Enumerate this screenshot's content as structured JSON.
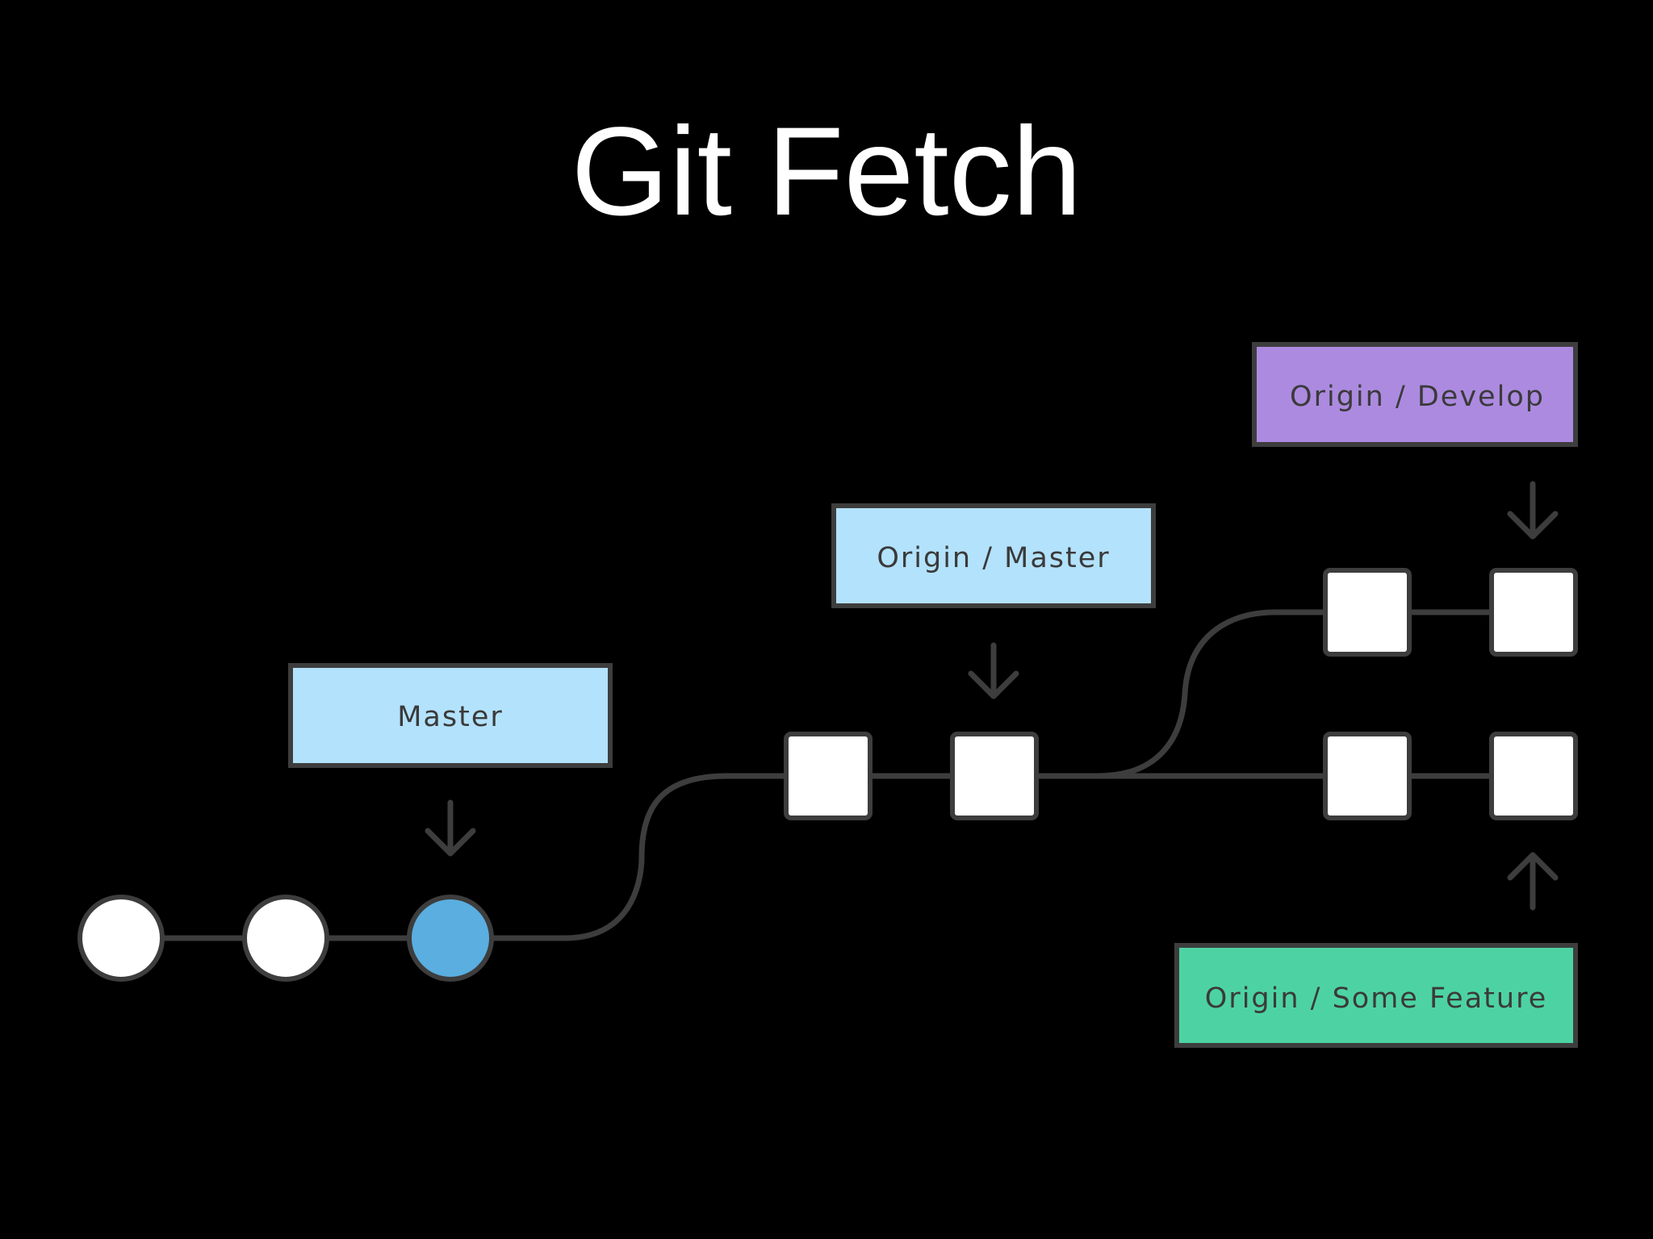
{
  "slide": {
    "title": "Git Fetch"
  },
  "diagram": {
    "labels": {
      "master": "Master",
      "origin_master": "Origin / Master",
      "origin_develop": "Origin / Develop",
      "origin_some_feature": "Origin / Some Feature"
    },
    "colors": {
      "background": "#000000",
      "title": "#ffffff",
      "line": "#3d3d3d",
      "commit_fill": "#ffffff",
      "current_commit_fill": "#5aaee0",
      "master_label_fill": "#b3e2fc",
      "origin_master_label_fill": "#b3e2fc",
      "origin_develop_label_fill": "#ac8ae0",
      "origin_some_feature_label_fill": "#4dd3a3"
    }
  }
}
